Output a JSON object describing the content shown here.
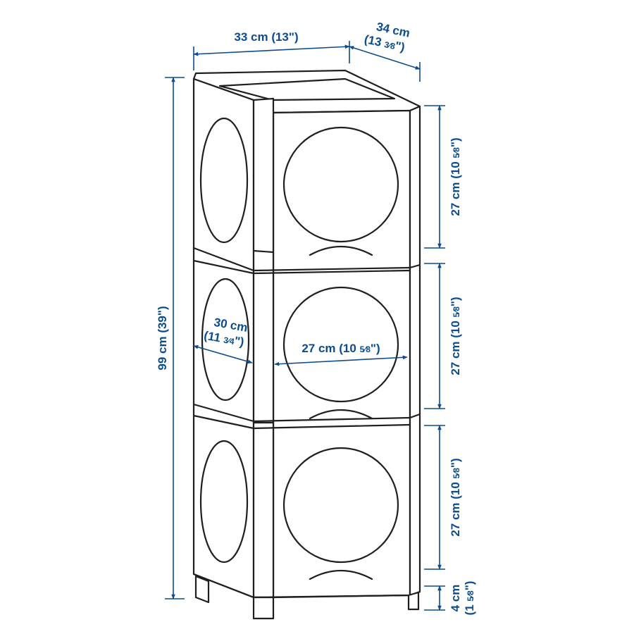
{
  "dimensions": {
    "width": {
      "cm": "33 cm",
      "in": "(13\")"
    },
    "depth": {
      "cm": "34 cm",
      "in_whole": "(13 ",
      "in_frac": "3⁄8",
      "in_close": "\")"
    },
    "height": {
      "full": "99 cm (39\")"
    },
    "opening_side": {
      "cm": "30 cm",
      "in_whole": "(11 ",
      "in_frac": "3⁄4",
      "in_close": "\")"
    },
    "opening_front": {
      "pre": "27 cm (10 ",
      "frac": "5⁄8",
      "close": "\")"
    },
    "compartment_top": {
      "pre": "27 cm (10 ",
      "frac": "5⁄8",
      "close": "\")"
    },
    "compartment_mid": {
      "pre": "27 cm (10 ",
      "frac": "5⁄8",
      "close": "\")"
    },
    "compartment_bottom": {
      "pre": "27 cm (10 ",
      "frac": "5⁄8",
      "close": "\")"
    },
    "leg": {
      "cm": "4 cm",
      "in_pre": "(1 ",
      "in_frac": "5⁄8",
      "in_close": "\")"
    }
  },
  "colors": {
    "dimension": "#0c4c8c",
    "outline": "#1f1f1f"
  }
}
